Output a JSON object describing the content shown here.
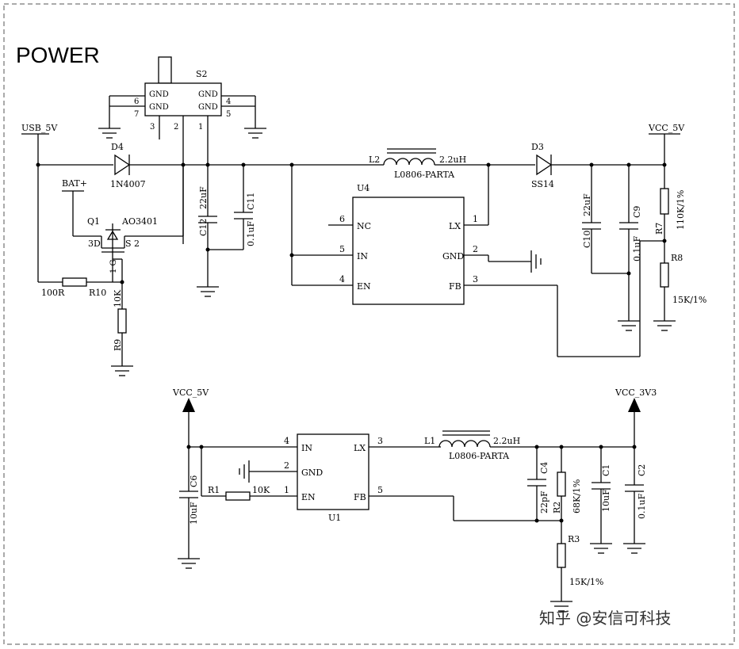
{
  "title": "POWER",
  "watermark": "知乎 @安信可科技",
  "nets": {
    "usb_5v": "USB_5V",
    "bat_plus": "BAT+",
    "vcc_5v_top": "VCC_5V",
    "vcc_5v_bottom": "VCC_5V",
    "vcc_3v3": "VCC_3V3"
  },
  "top_section": {
    "switch": {
      "ref": "S2",
      "pins": [
        "GND",
        "GND",
        "GND",
        "GND"
      ],
      "pin_numbers": [
        "6",
        "7",
        "4",
        "5",
        "3",
        "2",
        "1"
      ]
    },
    "diode_d4": {
      "ref": "D4",
      "part": "1N4007"
    },
    "mosfet_q1": {
      "ref": "Q1",
      "part": "AO3401",
      "pin_labels": [
        "3D",
        "S 2",
        "1 G"
      ]
    },
    "r10": {
      "ref": "R10",
      "value": "100R"
    },
    "r9": {
      "ref": "R9",
      "value": "10K"
    },
    "c12": {
      "ref": "C12",
      "value": "22uF"
    },
    "c11": {
      "ref": "C11",
      "value": "0.1uF"
    },
    "l2": {
      "ref": "L2",
      "part": "L0806-PARTA",
      "value": "2.2uH"
    },
    "u4": {
      "ref": "U4",
      "left_pins": [
        {
          "num": "6",
          "name": "NC"
        },
        {
          "num": "5",
          "name": "IN"
        },
        {
          "num": "4",
          "name": "EN"
        }
      ],
      "right_pins": [
        {
          "num": "1",
          "name": "LX"
        },
        {
          "num": "2",
          "name": "GND"
        },
        {
          "num": "3",
          "name": "FB"
        }
      ]
    },
    "d3": {
      "ref": "D3",
      "part": "SS14"
    },
    "c10": {
      "ref": "C10",
      "value": "22uF"
    },
    "c9": {
      "ref": "C9",
      "value": "0.1uF"
    },
    "r7": {
      "ref": "R7",
      "value": "110K/1%"
    },
    "r8": {
      "ref": "R8",
      "value": "15K/1%"
    }
  },
  "bottom_section": {
    "c6": {
      "ref": "C6",
      "value": "10uF"
    },
    "r1": {
      "ref": "R1",
      "value": "10K"
    },
    "u1": {
      "ref": "U1",
      "left_pins": [
        {
          "num": "4",
          "name": "IN"
        },
        {
          "num": "2",
          "name": "GND"
        },
        {
          "num": "1",
          "name": "EN"
        }
      ],
      "right_pins": [
        {
          "num": "3",
          "name": "LX"
        },
        {
          "num": "5",
          "name": "FB"
        }
      ]
    },
    "l1": {
      "ref": "L1",
      "part": "L0806-PARTA",
      "value": "2.2uH"
    },
    "c4": {
      "ref": "C4",
      "value": "22pF"
    },
    "r2": {
      "ref": "R2",
      "value": "68K/1%"
    },
    "r3": {
      "ref": "R3",
      "value": "15K/1%"
    },
    "c1": {
      "ref": "C1",
      "value": "10uF"
    },
    "c2": {
      "ref": "C2",
      "value": "0.1uF"
    }
  }
}
